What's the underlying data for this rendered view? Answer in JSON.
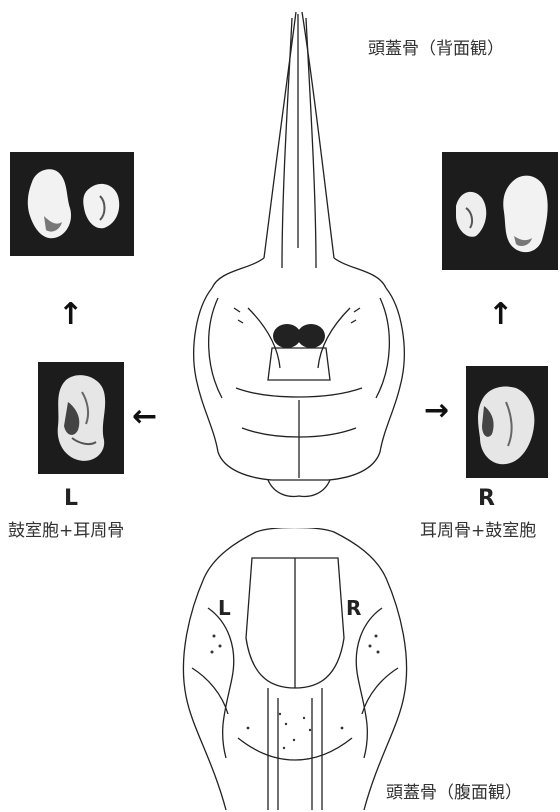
{
  "title_dorsal": "頭蓋骨（背面観）",
  "title_ventral": "頭蓋骨（腹面観）",
  "left": {
    "side_letter": "L",
    "caption": "鼓室胞+耳周骨"
  },
  "right": {
    "side_letter": "R",
    "caption": "耳周骨+鼓室胞"
  },
  "ventral_marks": {
    "left": "L",
    "right": "R"
  },
  "arrows": {
    "up": "↑",
    "left": "←",
    "right": "→"
  },
  "colors": {
    "photo_bg": "#1c1c1c",
    "line": "#222222",
    "bone": "#f2f2f2"
  }
}
